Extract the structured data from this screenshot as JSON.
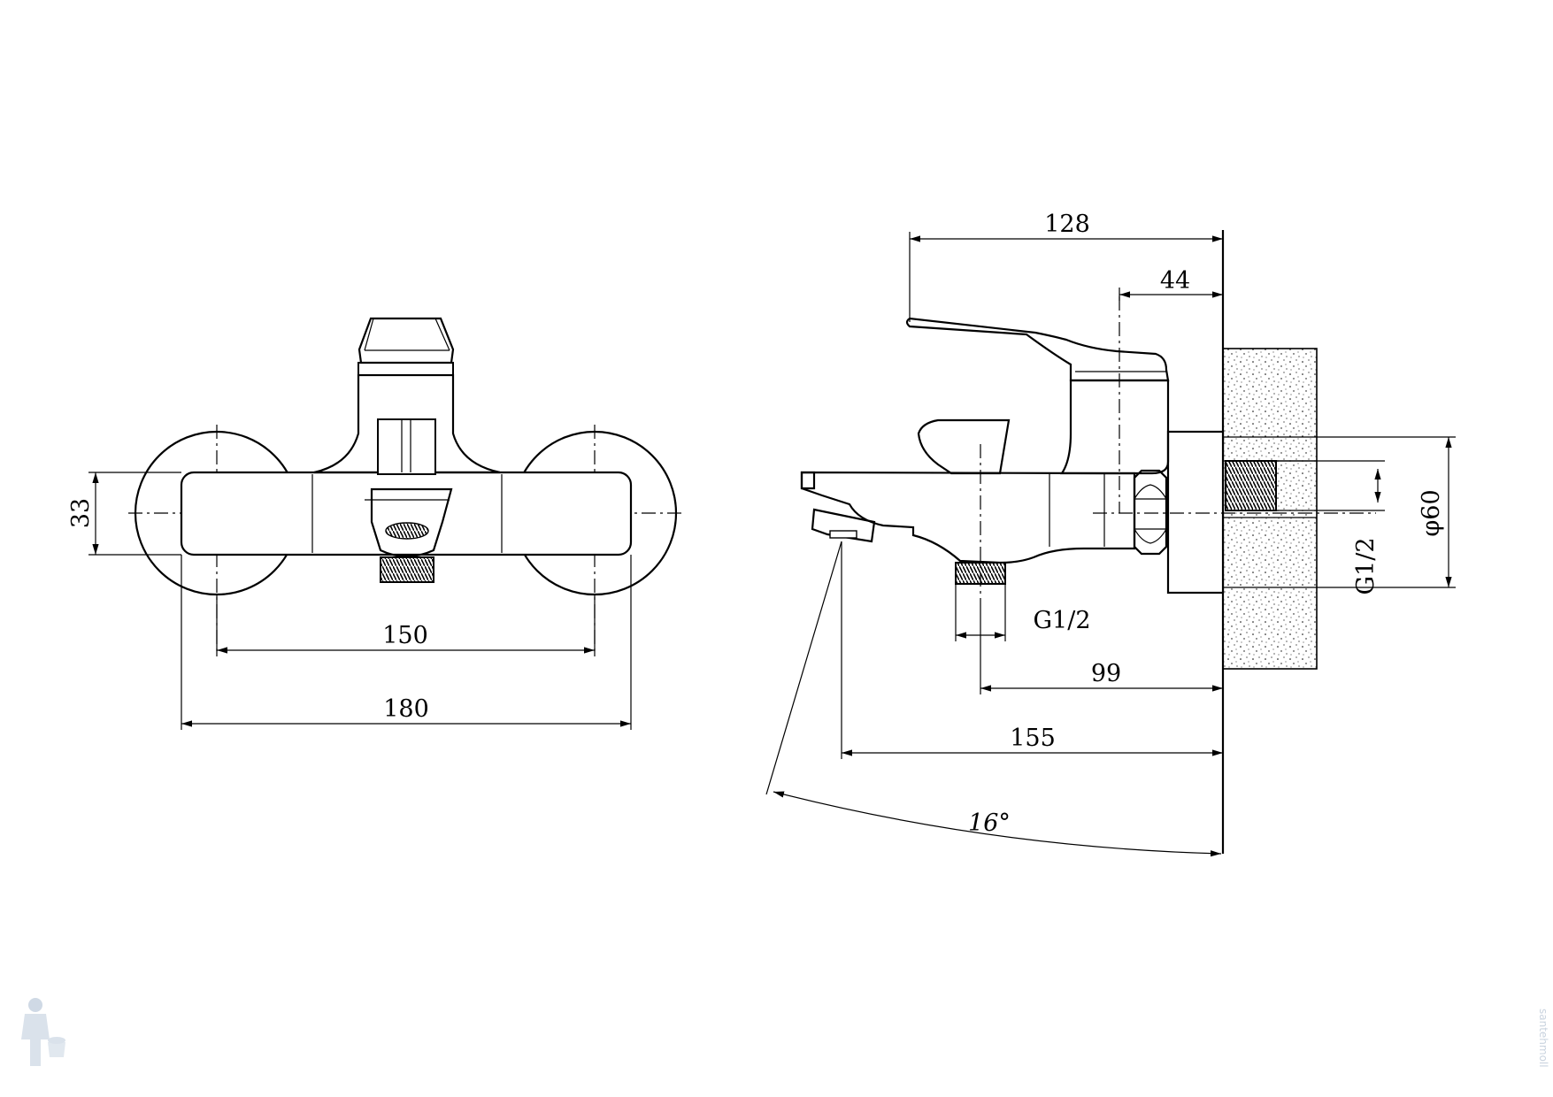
{
  "dimensions": {
    "front_height": "33",
    "front_inner_span": "150",
    "front_overall_width": "180",
    "side_overall_depth": "128",
    "side_lever_offset": "44",
    "side_flange_dia": "φ60",
    "side_inlet_thread": "G1/2",
    "side_outlet_thread": "G1/2",
    "side_outlet_offset": "99",
    "side_spout_reach": "155",
    "spout_angle": "16°"
  },
  "watermark": {
    "vertical_text": "santehmoll"
  },
  "colors": {
    "line": "#000000",
    "watermark": "#c9d3df",
    "background": "#ffffff"
  }
}
